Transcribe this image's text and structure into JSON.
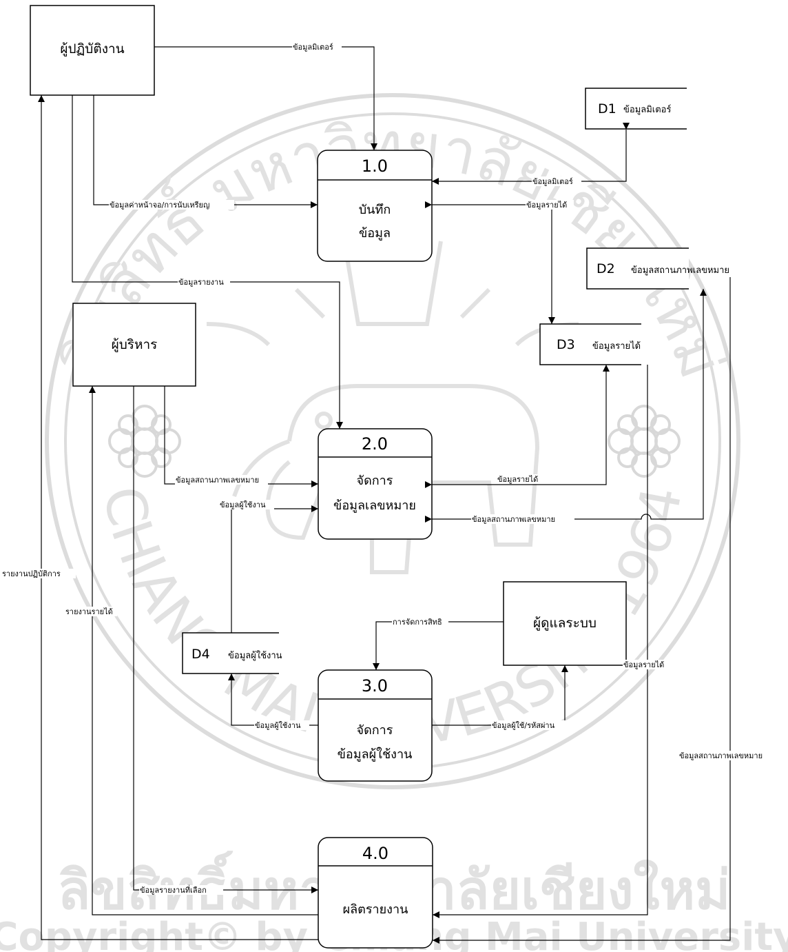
{
  "watermark": {
    "upper_arc_text": "ลิขสิทธิ์ มหาวิทยาลัยเชียงใหม่",
    "lower_arc_text": "CHIANG MAI UNIVERSITY 1964",
    "footer_line1": "ลิขสิทธิ์มหาวิทยาลัยเชียงใหม่",
    "footer_line2": "Copyright© by Chiang Mai University"
  },
  "entities": {
    "operator": "ผู้ปฏิบัติงาน",
    "executive": "ผู้บริหาร",
    "admin": "ผู้ดูแลระบบ"
  },
  "processes": [
    {
      "id": "1.0",
      "line1": "บันทึก",
      "line2": "ข้อมูล"
    },
    {
      "id": "2.0",
      "line1": "จัดการ",
      "line2": "ข้อมูลเลขหมาย"
    },
    {
      "id": "3.0",
      "line1": "จัดการ",
      "line2": "ข้อมูลผู้ใช้งาน"
    },
    {
      "id": "4.0",
      "line1": "ผลิตรายงาน",
      "line2": ""
    }
  ],
  "stores": [
    {
      "id": "D1",
      "name": "ข้อมูลมิเตอร์"
    },
    {
      "id": "D2",
      "name": "ข้อมูลสถานภาพเลขหมาย"
    },
    {
      "id": "D3",
      "name": "ข้อมูลรายได้"
    },
    {
      "id": "D4",
      "name": "ข้อมูลผู้ใช้งาน"
    }
  ],
  "flows": {
    "op_meter": "ข้อมูลมิเตอร์",
    "op_screen": "ข้อมูลค่าหน้าจอ/การนับเหรียญ",
    "op_report": "ข้อมูลรายงาน",
    "p1_d1_meter": "ข้อมูลมิเตอร์",
    "p1_d3_income": "ข้อมูลรายได้",
    "exec_status": "ข้อมูลสถานภาพเลขหมาย",
    "d4_user": "ข้อมูลผู้ใช้งาน",
    "d3_income_p2": "ข้อมูลรายได้",
    "d2_status_p2": "ข้อมูลสถานภาพเลขหมาย",
    "ops_report": "รายงานปฏิบัติการ",
    "income_report": "รายงานรายได้",
    "rights": "การจัดการสิทธิ",
    "p3_d4_user": "ข้อมูลผู้ใช้งาน",
    "user_password": "ข้อมูลผู้ใช้/รหัสผ่าน",
    "d3_income_p4": "ข้อมูลรายได้",
    "d2_status_p4": "ข้อมูลสถานภาพเลขหมาย",
    "selected_report": "ข้อมูลรายงานที่เลือก"
  }
}
